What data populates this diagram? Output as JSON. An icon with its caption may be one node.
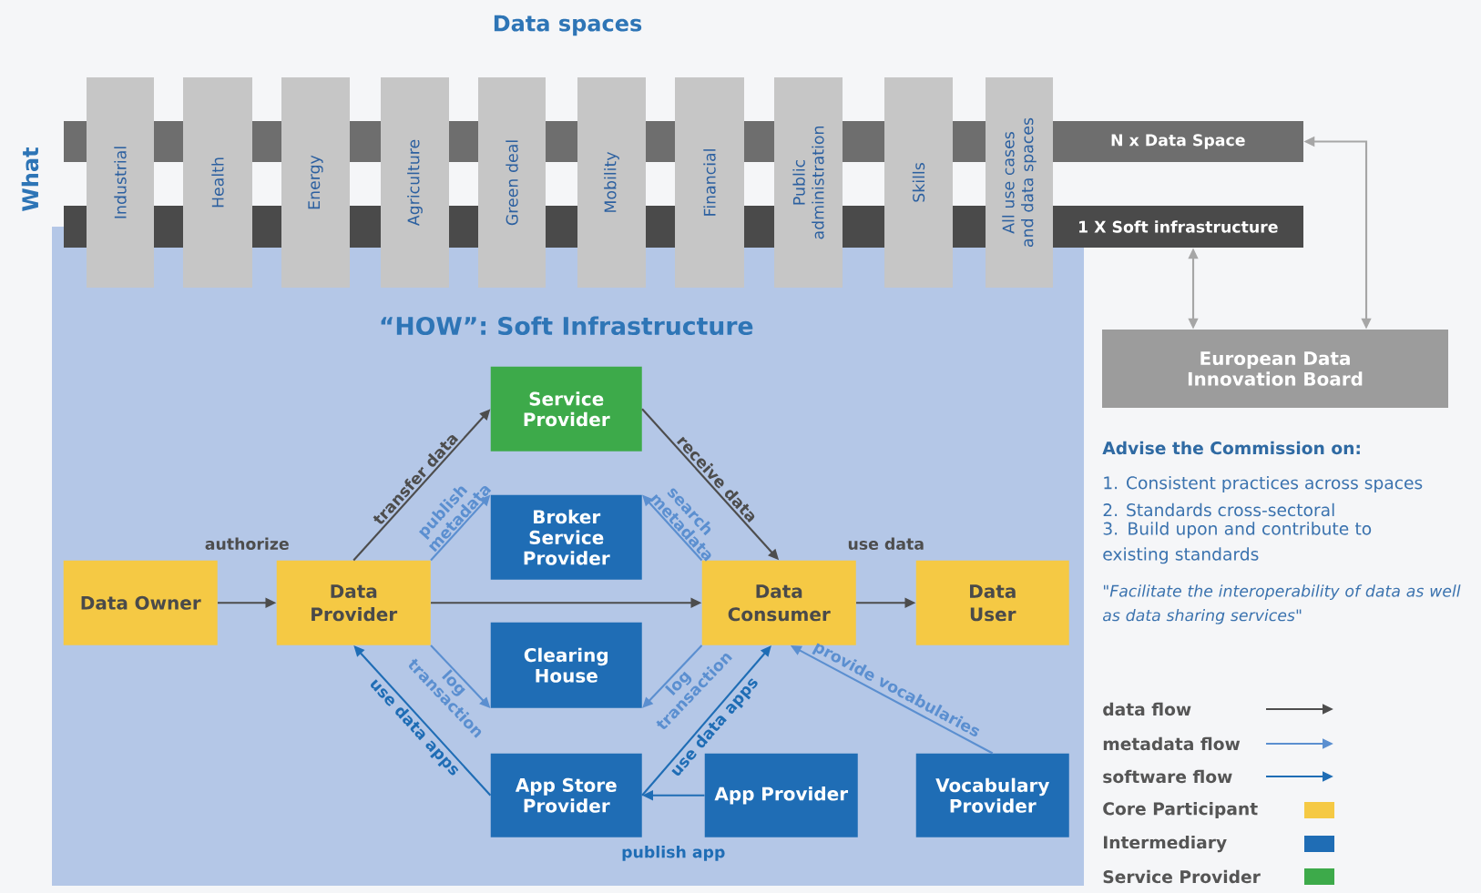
{
  "diagram": {
    "title": "Data spaces",
    "nodes": [
      {
        "text": [
          "Industrial"
        ]
      },
      {
        "text": [
          "Health"
        ]
      },
      {
        "text": [
          "Energy"
        ]
      },
      {
        "text": [
          "Agriculture"
        ]
      },
      {
        "text": [
          "Green deal"
        ]
      },
      {
        "text": [
          "Mobility"
        ]
      },
      {
        "text": [
          "Financial"
        ]
      },
      {
        "text": [
          "Public administration"
        ]
      },
      {
        "text": [
          "Skills"
        ]
      },
      {
        "text": [
          "All use cases and data spaces"
        ]
      },
      {
        "text": [
          "N x Data Space"
        ]
      },
      {
        "text": [
          "1 X  Soft infrastructure"
        ]
      },
      {
        "text": [
          "European Data Innovation Board"
        ]
      },
      {
        "text": [
          "“HOW”: Soft Infrastructure"
        ]
      },
      {
        "text": [
          "Service Provider"
        ],
        "in": 13
      },
      {
        "text": [
          "Broker Service Provider"
        ],
        "in": 13
      },
      {
        "text": [
          "Data Owner"
        ],
        "in": 13
      },
      {
        "text": [
          "Data Provider"
        ],
        "in": 13
      },
      {
        "text": [
          "Data Consumer"
        ],
        "in": 13
      },
      {
        "text": [
          "Data User"
        ],
        "in": 13
      },
      {
        "text": [
          "Clearing House"
        ],
        "in": 13
      },
      {
        "text": [
          "App Store Provider"
        ],
        "in": 13
      },
      {
        "text": [
          "App Provider"
        ],
        "in": 13
      },
      {
        "text": [
          "Vocabulary Provider"
        ],
        "in": 13
      }
    ],
    "edges": [
      {
        "from": 16,
        "to": 17,
        "arrow": "to",
        "label": "authorize"
      },
      {
        "from": 17,
        "to": 14,
        "arrow": "to",
        "label": "transfer data"
      },
      {
        "from": 14,
        "to": 18,
        "arrow": "to",
        "label": "receive data"
      },
      {
        "from": 17,
        "to": 15,
        "arrow": "to",
        "label": "publish metadata",
        "color": "#5b8fd0"
      },
      {
        "from": 18,
        "to": 15,
        "arrow": "to",
        "label": "search metadata",
        "color": "#5b8fd0"
      },
      {
        "from": 17,
        "to": 18,
        "arrow": "to"
      },
      {
        "from": 18,
        "to": 19,
        "arrow": "to",
        "label": "use data"
      },
      {
        "from": 17,
        "to": 20,
        "arrow": "to",
        "label": "log transaction",
        "color": "#5b8fd0"
      },
      {
        "from": 18,
        "to": 20,
        "arrow": "to",
        "label": "log transaction",
        "color": "#5b8fd0"
      },
      {
        "from": 21,
        "to": 17,
        "arrow": "to",
        "label": "use data apps",
        "color": "#1f6db5"
      },
      {
        "from": 21,
        "to": 18,
        "arrow": "to",
        "label": "use data apps",
        "color": "#1f6db5"
      },
      {
        "from": 22,
        "to": 21,
        "arrow": "to",
        "label": "publish app",
        "color": "#1f6db5"
      },
      {
        "from": 23,
        "to": 18,
        "arrow": "to",
        "label": "provide vocabularies",
        "color": "#5b8fd0"
      },
      {
        "from": 11,
        "to": 12,
        "arrow": "both",
        "color": "#a6a6a6"
      },
      {
        "from": 10,
        "to": 12,
        "arrow": "both",
        "color": "#a6a6a6"
      }
    ],
    "labels": [
      "What",
      "Advise the Commission on:",
      "1. Consistent practices across spaces",
      "2. Standards cross-sectoral",
      "3. Build upon and contribute to existing standards",
      "\"Facilitate the interoperability of data as well as data sharing services\""
    ],
    "legend": [
      {
        "text": "data flow"
      },
      {
        "text": "metadata flow"
      },
      {
        "text": "software flow"
      },
      {
        "text": "Core Participant",
        "color": "#f5c944"
      },
      {
        "text": "Intermediary",
        "color": "#1f6db5"
      },
      {
        "text": "Service Provider",
        "color": "#3daa4a"
      }
    ]
  }
}
